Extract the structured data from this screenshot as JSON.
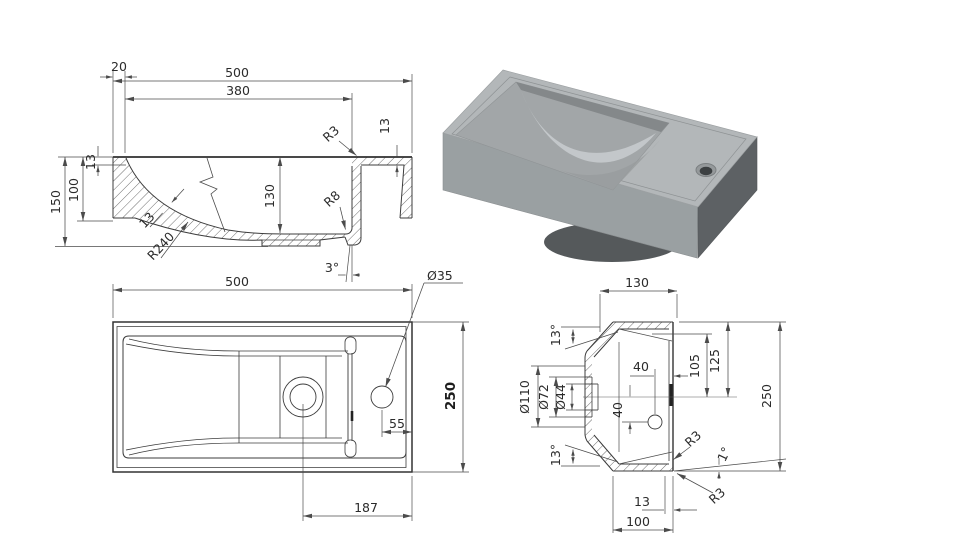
{
  "drawing_title": "wash-basin technical drawing",
  "colors": {
    "background": "#ffffff",
    "object_line": "#3c3c3c",
    "dim_line": "#4b4b4b",
    "text": "#2b2b2b",
    "render_top": "#b3b7b9",
    "render_front": "#9aa0a2",
    "render_side": "#5d6164",
    "render_basin": "#a2a6a8",
    "render_highlight": "#c7cbcd",
    "render_shadow": "#55595b"
  },
  "front_section": {
    "d20": "20",
    "d500": "500",
    "d380": "380",
    "d13_rim_left": "13",
    "d100": "100",
    "d150": "150",
    "d130": "130",
    "r3": "R3",
    "d13_deck_right": "13",
    "r8": "R8",
    "d13_wall": "13",
    "r240": "R240",
    "a3": "3°"
  },
  "plan_view": {
    "d500": "500",
    "dia35": "Ø35",
    "d250": "250",
    "d55": "55",
    "d187": "187"
  },
  "side_section": {
    "d130": "130",
    "a13_top": "13°",
    "dia110": "Ø110",
    "dia72": "Ø72",
    "dia44": "Ø44",
    "d40_h": "40",
    "d40_v": "40",
    "d105": "105",
    "d125": "125",
    "d250": "250",
    "a13_bottom": "13°",
    "r3_inner": "R3",
    "a1": "1°",
    "r3_outer": "R3",
    "d13": "13",
    "d100": "100"
  }
}
